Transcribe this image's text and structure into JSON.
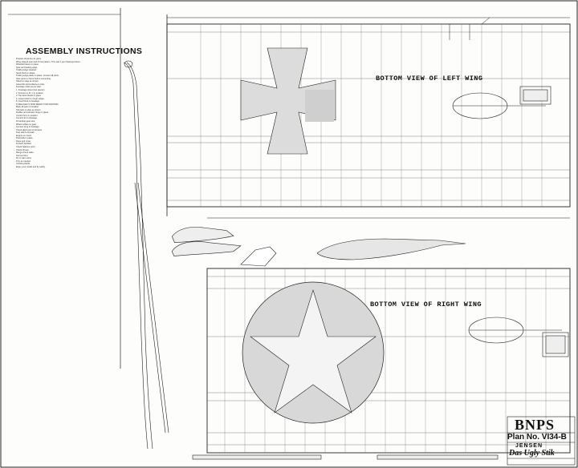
{
  "header": {
    "title": "ASSEMBLY INSTRUCTIONS"
  },
  "instructions": {
    "lines": [
      "Prepare all pieces as given.",
      "Wing shaped spar and rib set pattern. Trim part 1 per drawings below.",
      "Dihedral braces in place.",
      "Spar and leading edge.",
      "Trailing edge sheeted.",
      "Sand block to shape.",
      "Trailing edge plates in place. Cement all joints.",
      "Glue parts to frame before cementing.",
      "Sheet to edge as shown.",
      "Assemble tail surfaces on plan.",
      "Fuselage sides as per plan.",
      "1. Fuselage sheet (two pieces).",
      "2. Formers A, B, C in position.",
      "3. Top deck blocks in place.",
      "4. Lower block to rough shape.",
      "5. Cowl block to fuselage.",
      "FUSELAGE IS NOW READY FOR PAINTING",
      "Mark all parts to location.",
      "Tail parts to plan as shown.",
      "Rudder and elevator hinge in place.",
      "Control horn in position.",
      "Cement fin to fuselage.",
      "Fit landing gear wire.",
      "Wheel collars on gear.",
      "Cement wing to fuselage.",
      "Check alignment of all parts.",
      "Fuel tank to firewall.",
      "Engine to mount.",
      "Pushrods in place.",
      "Dope and cover.",
      "FLIGHT NOTES",
      "Check balance point.",
      "Check throws.",
      "Range check radio.",
      "Taxi test first.",
      "Fly in calm wind.",
      "Trim as needed.",
      "CONCLUSION",
      "Enjoy your model and fly safely."
    ]
  },
  "top_wing": {
    "label": "BOTTOM VIEW OF LEFT WING"
  },
  "bottom_wing": {
    "label": "BOTTOM VIEW OF RIGHT WING"
  },
  "title_block": {
    "logo": "BNPS",
    "plan_number": "Plan No. VI34-B",
    "publisher": "JENSEN",
    "model_name": "Das Ugly Stik"
  },
  "colors": {
    "line": "#222222",
    "paper": "#fdfdfb",
    "grey": "#888888"
  }
}
